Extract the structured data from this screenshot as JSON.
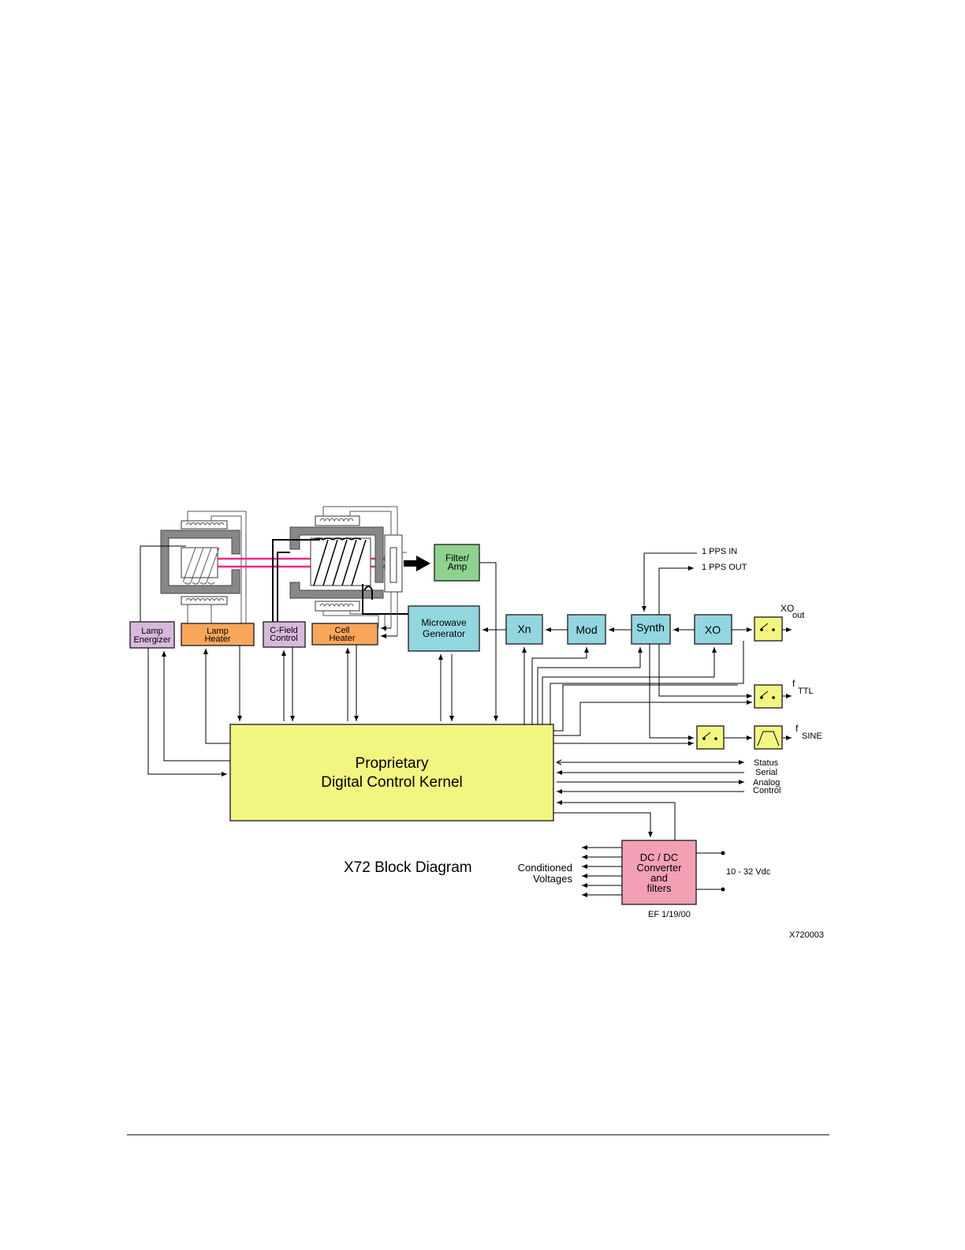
{
  "diagram": {
    "blocks": {
      "lamp_energizer": [
        "Lamp",
        "Energizer"
      ],
      "lamp_heater": [
        "Lamp",
        "Heater"
      ],
      "cfield_control": [
        "C-Field",
        "Control"
      ],
      "cell_heater": [
        "Cell",
        "Heater"
      ],
      "filter_amp": [
        "Filter/",
        "Amp"
      ],
      "microwave_generator": [
        "Microwave",
        "Generator"
      ],
      "xn": "Xn",
      "mod": "Mod",
      "synth": "Synth",
      "xo": "XO",
      "kernel": [
        "Proprietary",
        "Digital Control Kernel"
      ],
      "dcdc": [
        "DC / DC",
        "Converter",
        "and",
        "filters"
      ]
    },
    "signals": {
      "pps_in": "1 PPS IN",
      "pps_out": "1 PPS OUT",
      "xo_out_main": "XO",
      "xo_out_sub": "out",
      "fttl_main": "f",
      "fttl_sub": "TTL",
      "fsine_main": "f",
      "fsine_sub": "SINE",
      "status": "Status",
      "serial": "Serial",
      "analog": "Analog",
      "control": "Control",
      "conditioned": [
        "Conditioned",
        "Voltages"
      ],
      "vdc": "10 - 32 Vdc"
    },
    "title": "X72 Block Diagram",
    "date_tag": "EF 1/19/00",
    "figure_id": "X720003"
  },
  "colors": {
    "lavender": "#d8b9dc",
    "orange": "#f9a65a",
    "green": "#8fd18e",
    "cyan": "#92d6e0",
    "yellow": "#f2f681",
    "pink": "#f3a0b5",
    "beam": "#e8288e",
    "housing": "#888888"
  }
}
